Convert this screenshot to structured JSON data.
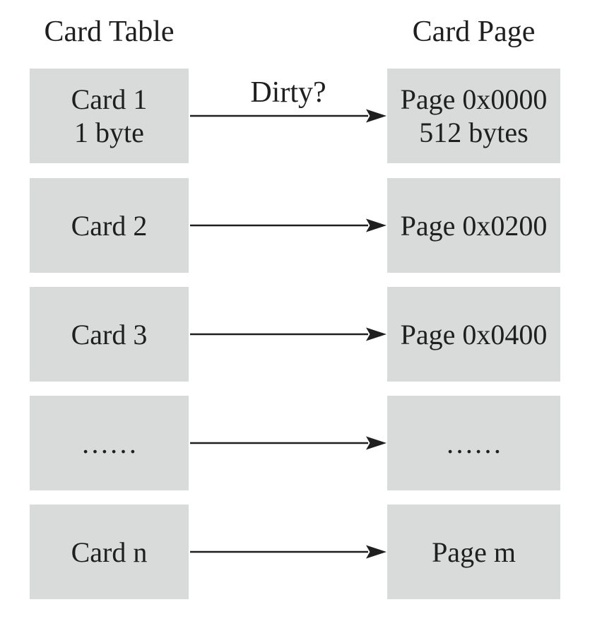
{
  "colors": {
    "background": "#ffffff",
    "box_fill": "#d9dbdb",
    "text": "#1f1f1f",
    "arrow": "#1f1f1f"
  },
  "diagram": {
    "left_header": "Card Table",
    "right_header": "Card Page",
    "rows": [
      {
        "card": "Card 1\n1 byte",
        "page": "Page 0x0000\n512 bytes",
        "arrow_label": "Dirty?"
      },
      {
        "card": "Card 2",
        "page": "Page 0x0200"
      },
      {
        "card": "Card 3",
        "page": "Page 0x0400"
      },
      {
        "card": "……",
        "page": "……"
      },
      {
        "card": "Card n",
        "page": "Page m"
      }
    ]
  }
}
